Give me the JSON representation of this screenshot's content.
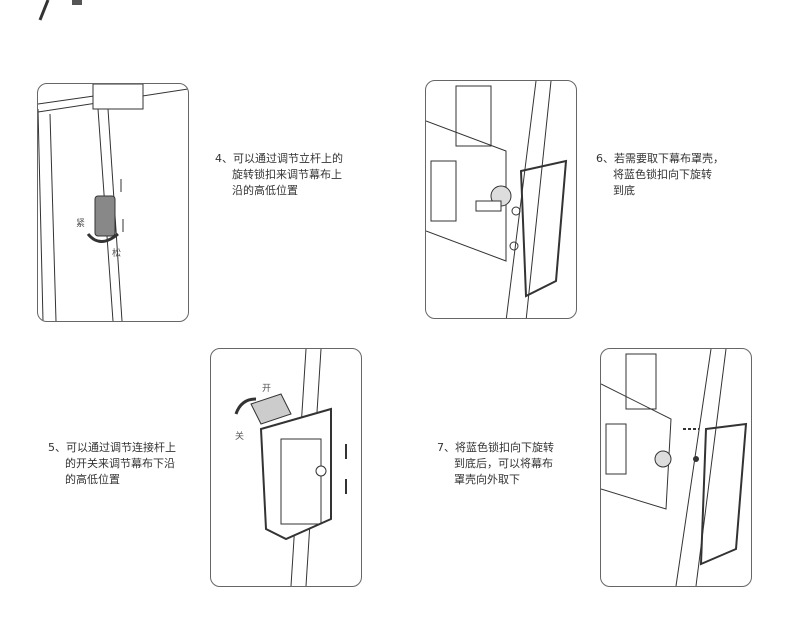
{
  "steps": [
    {
      "lines": [
        "4、可以通过调节立杆上的",
        "旋转锁扣来调节幕布上",
        "沿的高低位置"
      ]
    },
    {
      "lines": [
        "5、可以通过调节连接杆上",
        "的开关来调节幕布下沿",
        "的高低位置"
      ]
    },
    {
      "lines": [
        "6、若需要取下幕布罩壳，",
        "将蓝色锁扣向下旋转",
        "到底"
      ]
    },
    {
      "lines": [
        "7、将蓝色锁扣向下旋转",
        "到底后，可以将幕布",
        "罩壳向外取下"
      ]
    }
  ],
  "illustration_labels": {
    "tighten": "紧",
    "loosen": "松",
    "open": "开",
    "close": "关"
  }
}
